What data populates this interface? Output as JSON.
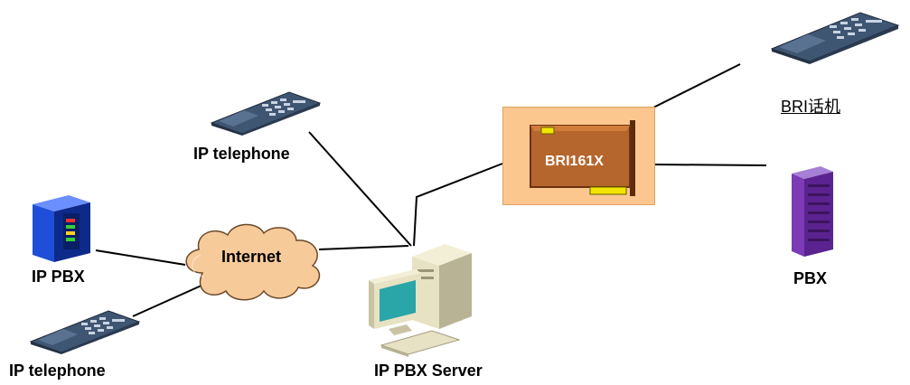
{
  "labels": {
    "ip_telephone_top": "IP telephone",
    "ip_telephone_bottom": "IP telephone",
    "ip_pbx": "IP PBX",
    "internet": "Internet",
    "ip_pbx_server": "IP PBX Server",
    "card": "BRI161X",
    "bri_phone": "BRI话机",
    "pbx": "PBX"
  },
  "icons": {
    "ip_telephone_top": "ip-phone-icon",
    "ip_telephone_bottom": "ip-phone-icon",
    "ip_pbx": "server-tower-icon",
    "internet": "cloud-icon",
    "ip_pbx_server": "desktop-computer-icon",
    "card": "pci-card-icon",
    "bri_phone": "desk-phone-icon",
    "pbx": "pbx-cabinet-icon"
  },
  "colors": {
    "cloud_fill": "#f7ca9a",
    "card_panel_fill": "#fbc78f",
    "card_board_fill": "#b5662d",
    "card_board_dark": "#6b3310",
    "card_connector": "#f2e600",
    "phone_body": "#3f5672",
    "server_blue": "#1f4fd8",
    "pbx_purple": "#6a2aa0",
    "monitor_screen": "#2aa5a8",
    "computer_beige": "#e7e2c3"
  }
}
